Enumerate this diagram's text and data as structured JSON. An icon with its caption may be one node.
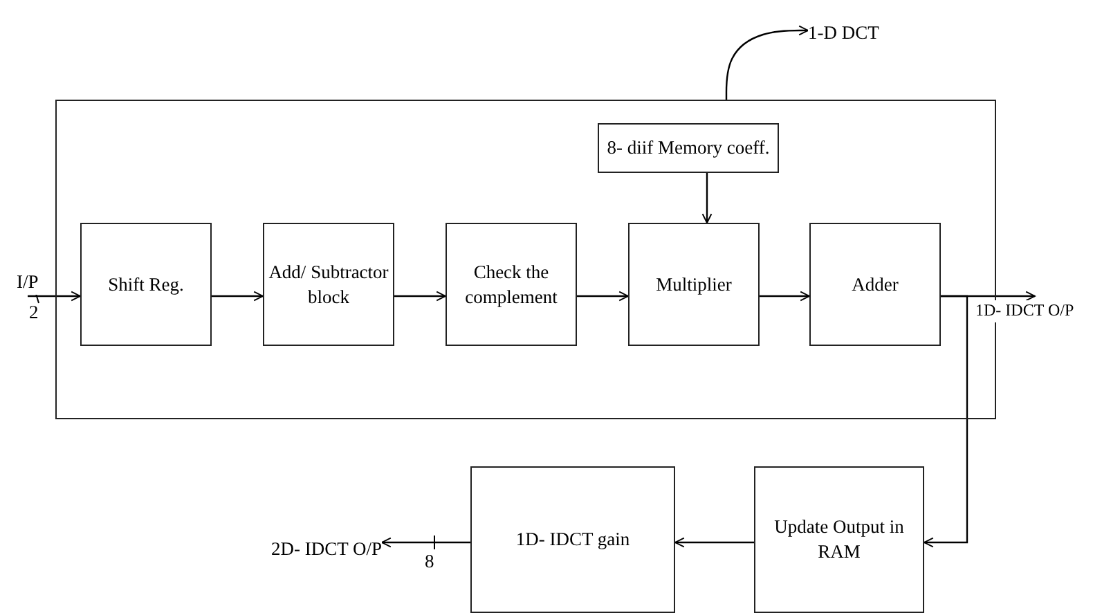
{
  "diagram": {
    "nodes": [
      {
        "text": [],
        "shape": "box"
      },
      {
        "text": [
          "1-D DCT"
        ]
      },
      {
        "text": [
          "8- diif Memory coeff."
        ],
        "in": 0
      },
      {
        "text": [
          "I/P"
        ]
      },
      {
        "text": [
          "Shift Reg."
        ],
        "in": 0
      },
      {
        "text": [
          "Add/ Subtractor block"
        ],
        "in": 0
      },
      {
        "text": [
          "Check the complement"
        ],
        "in": 0
      },
      {
        "text": [
          "Multiplier"
        ],
        "in": 0
      },
      {
        "text": [
          "Adder"
        ],
        "in": 0
      },
      {
        "text": [
          "1D- IDCT O/P"
        ]
      },
      {
        "text": [
          "1D- IDCT gain"
        ]
      },
      {
        "text": [
          "Update Output in RAM"
        ]
      },
      {
        "text": [
          "2D- IDCT O/P"
        ]
      }
    ],
    "edges": [
      {
        "from": 0,
        "to": 1,
        "arrow": "to"
      },
      {
        "from": 2,
        "to": 7,
        "arrow": "to"
      },
      {
        "from": 3,
        "to": 4,
        "arrow": "to"
      },
      {
        "from": 4,
        "to": 5,
        "arrow": "to"
      },
      {
        "from": 5,
        "to": 6,
        "arrow": "to"
      },
      {
        "from": 6,
        "to": 7,
        "arrow": "to"
      },
      {
        "from": 7,
        "to": 8,
        "arrow": "to"
      },
      {
        "from": 8,
        "to": 9,
        "arrow": "to"
      },
      {
        "from": 8,
        "to": 11,
        "arrow": "to"
      },
      {
        "from": 11,
        "to": 10,
        "arrow": "to"
      },
      {
        "from": 10,
        "to": 12,
        "arrow": "to"
      }
    ],
    "labels": [
      "2",
      "8"
    ]
  }
}
